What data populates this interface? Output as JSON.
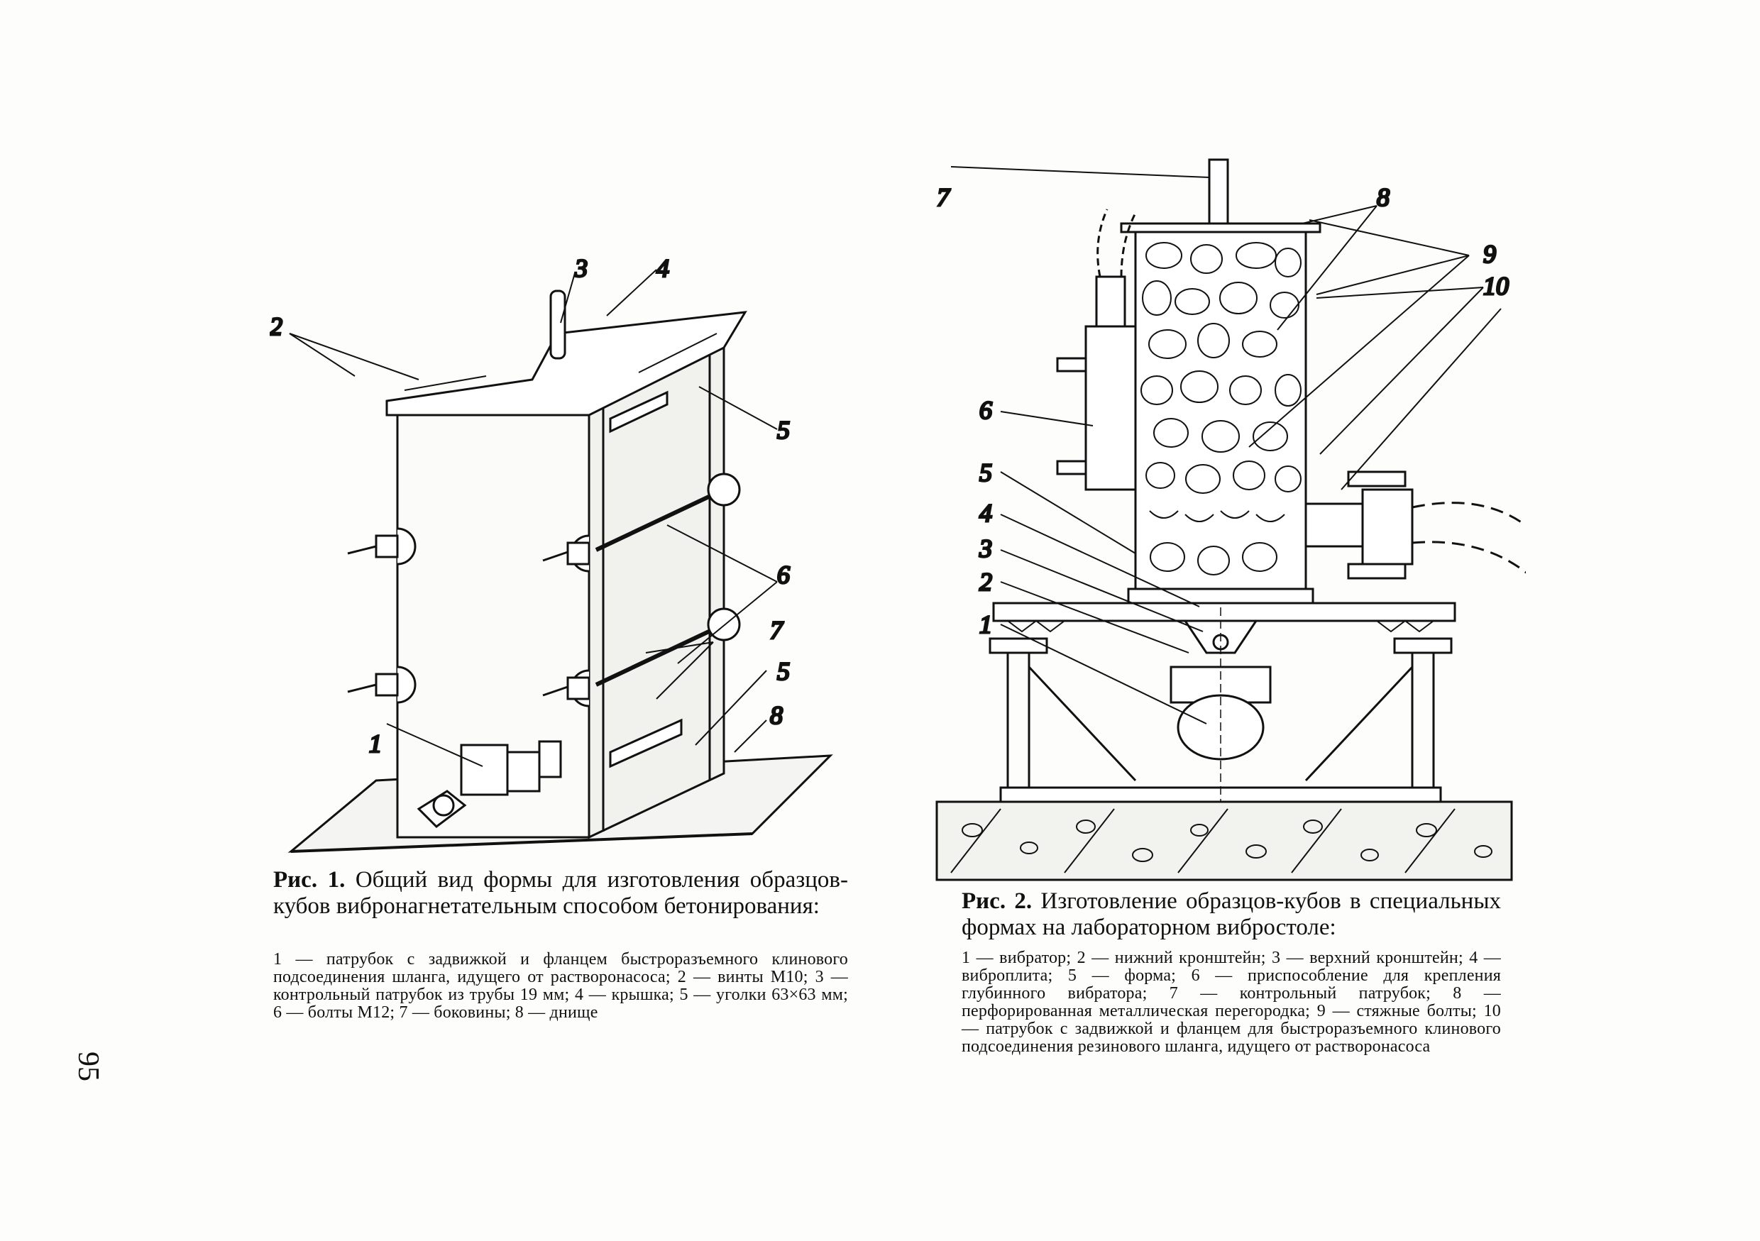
{
  "page_number": "95",
  "figure1": {
    "caption_prefix": "Рис. 1.",
    "caption_title": "Общий вид формы для изготовления образцов-кубов вибронагнетательным способом бетонирования:",
    "legend": "1 — патрубок с задвижкой и фланцем быстроразъемного клинового подсоединения шланга, идущего от растворонасоса; 2 — винты М10; 3 — контрольный патрубок из трубы 19 мм; 4 — крышка; 5 — уголки 63×63 мм; 6 — болты М12; 7 — боковины; 8 — днище",
    "callouts": [
      "1",
      "2",
      "3",
      "4",
      "5",
      "5",
      "6",
      "7",
      "8"
    ]
  },
  "figure2": {
    "caption_prefix": "Рис. 2.",
    "caption_title": "Изготовление образцов-кубов в специальных формах на лабораторном вибростоле:",
    "legend": "1 — вибратор; 2 — нижний кронштейн; 3 — верхний кронштейн; 4 — виброплита; 5 — форма; 6 — приспособление для крепления глубинного вибратора; 7 — контрольный патрубок; 8 — перфорированная металлическая перегородка; 9 — стяжные болты; 10 — патрубок с задвижкой и фланцем для быстроразъемного клинового подсоединения резинового шланга, идущего от растворонасоса",
    "callouts": [
      "7",
      "8",
      "6",
      "9",
      "10",
      "5",
      "4",
      "3",
      "2",
      "1"
    ]
  }
}
